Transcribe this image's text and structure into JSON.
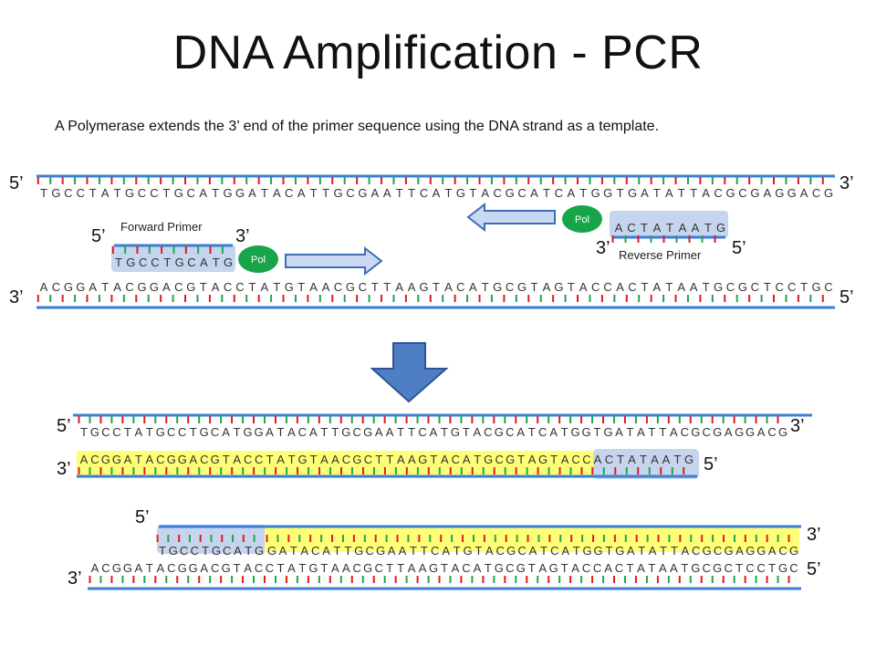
{
  "title": "DNA Amplification - PCR",
  "caption": "A Polymerase extends the 3’ end of the primer sequence using the DNA strand as a template.",
  "colors": {
    "backbone": "#3a7fd5",
    "base_tick_a": "#e21b1b",
    "base_tick_b": "#1fa64a",
    "primer_box": "#c5d5ee",
    "extension_highlight": "#ffff77",
    "polymerase": "#18a54a",
    "arrow_fill": "#c9d9f2",
    "arrow_stroke": "#3f6db3",
    "down_arrow": "#4e7fc4"
  },
  "icons": [
    "down-arrow-icon",
    "polymerase-icon",
    "direction-arrow-icon"
  ],
  "labels": {
    "five_prime": "5’",
    "three_prime": "3’",
    "forward_primer": "Forward Primer",
    "reverse_primer": "Reverse Primer",
    "polymerase": "Pol"
  },
  "sequences": {
    "top_strand": "TGCCTATGCCTGCATGGATACATTGCGAATTCATGTACGCATCATGGTGATATTACGCGAGGACG",
    "bottom_strand": "ACGGATACGGACGTACCTATGTAACGCTTAAGTACATGCGTAGTACCACTATAATGCGCTCCTGC",
    "forward_primer": "TGCCTGCATG",
    "reverse_primer": "ACTATAATG",
    "product1_template": "TGCCTATGCCTGCATGGATACATTGCGAATTCATGTACGCATCATGGTGATATTACGCGAGGACG",
    "product1_new": "ACGGATACGGACGTACCTATGTAACGCTTAAGTACATGCGTAGTACC",
    "product1_primer": "ACTATAATG",
    "product2_primer": "TGCCTGCATG",
    "product2_new": "GATACATTGCGAATTCATGTACGCATCATGGTGATATTACGCGAGGACG",
    "product2_template": "ACGGATACGGACGTACCTATGTAACGCTTAAGTACATGCGTAGTACCACTATAATGCGCTCCTGC"
  }
}
